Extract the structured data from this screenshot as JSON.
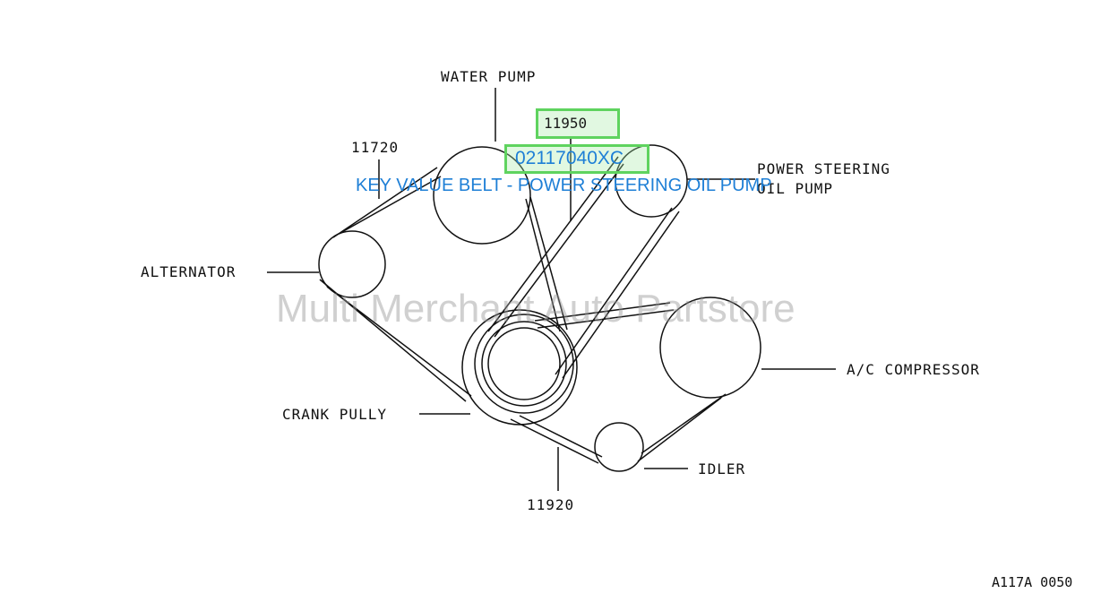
{
  "labels": {
    "water_pump": "WATER PUMP",
    "power_steering_line1": "POWER STEERING",
    "power_steering_line2": "OIL PUMP",
    "alternator": "ALTERNATOR",
    "ac_compressor": "A/C COMPRESSOR",
    "crank_pully": "CRANK PULLY",
    "idler": "IDLER",
    "ref_11720": "11720",
    "ref_11920": "11920"
  },
  "callout": {
    "part_number": "11950",
    "product_code": "02117040XC",
    "description": "KEY VALUE BELT - POWER STEERING OIL PUMP"
  },
  "watermark": "Multi Merchant Auto Partstore",
  "figure_code": "A117A 0050",
  "colors": {
    "highlight_border": "#5fd35f",
    "link_text": "#1e7fd6",
    "line": "#111111"
  }
}
